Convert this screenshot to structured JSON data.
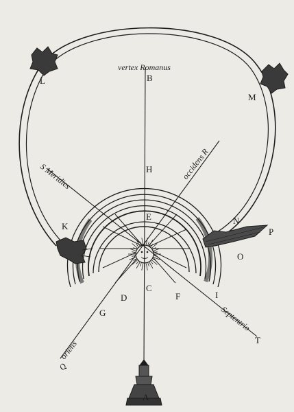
{
  "colors": {
    "paper": "#ecebe6",
    "ink": "#1c1c1c"
  },
  "labels": {
    "vertex": "vertex Romanus",
    "meridies": "S Meridies",
    "occidens": "occidens R",
    "oriens": "oriens",
    "septentrio": "Septentrio",
    "A": "A",
    "B": "B",
    "C": "C",
    "D": "D",
    "E": "E",
    "F": "F",
    "G": "G",
    "H": "H",
    "I": "I",
    "K": "K",
    "L": "L",
    "M": "M",
    "N": "N",
    "O": "O",
    "P": "P",
    "Q": "Q",
    "T": "T"
  }
}
